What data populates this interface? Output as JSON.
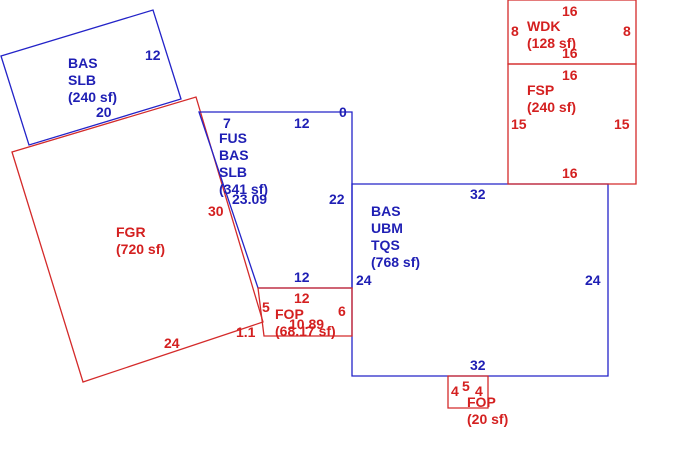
{
  "colors": {
    "blue": "#1f1fb4",
    "red": "#d42020"
  },
  "areas": {
    "bas_slb_top": {
      "l1": "BAS",
      "l2": "SLB",
      "l3": "(240 sf)"
    },
    "fgr": {
      "l1": "FGR",
      "l2": "(720 sf)"
    },
    "fus_bas_slb": {
      "l1": "FUS",
      "l2": "BAS",
      "l3": "SLB",
      "l4": "(341 sf)"
    },
    "bas_ubm_tqs": {
      "l1": "BAS",
      "l2": "UBM",
      "l3": "TQS",
      "l4": "(768 sf)"
    },
    "wdk": {
      "l1": "WDK",
      "l2": "(128 sf)"
    },
    "fsp": {
      "l1": "FSP",
      "l2": "(240 sf)"
    },
    "fop_mid": {
      "l1": "FOP",
      "l2": "(68.17 sf)"
    },
    "fop_small": {
      "l1": "FOP",
      "l2": "(20 sf)"
    }
  },
  "dimensions": {
    "bas_slb_top_right": "12",
    "bas_slb_top_bottom": "20",
    "fgr_side": "30",
    "fgr_bottom": "24",
    "fgr_corner": "1.1",
    "fus_top_left": "7",
    "fus_top": "12",
    "fus_corner": "0",
    "fus_diag": "23.09",
    "fus_right": "22",
    "fus_bottom": "12",
    "ubm_top": "32",
    "ubm_left": "24",
    "ubm_right": "24",
    "ubm_bottom": "32",
    "wdk_top": "16",
    "wdk_left": "8",
    "wdk_right": "8",
    "wdk_bottom": "16",
    "fsp_top": "16",
    "fsp_left": "15",
    "fsp_right": "15",
    "fsp_bottom": "16",
    "fop_mid_top": "12",
    "fop_mid_left": "5",
    "fop_mid_right": "6",
    "fop_mid_diag": "10.89",
    "fop_small_left": "4",
    "fop_small_top": "5",
    "fop_small_right": "4"
  }
}
